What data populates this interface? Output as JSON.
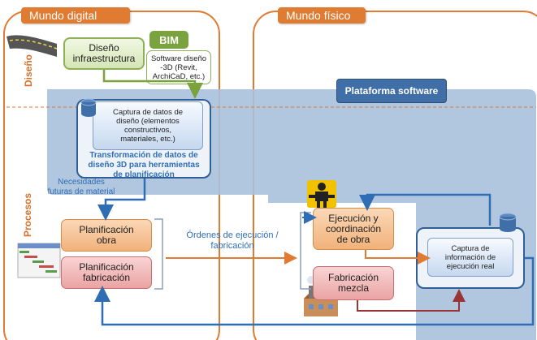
{
  "sections": {
    "digital_label": "Mundo digital",
    "physical_label": "Mundo físico",
    "design_label": "Diseño",
    "process_label": "Procesos"
  },
  "design": {
    "infra_label": "Diseño\ninfraestructura",
    "bim_label": "BIM",
    "software_label": "Software diseño\n-3D (Revit,\nArchiCaD, etc.)"
  },
  "platform": {
    "title": "Plataforma software",
    "capture_label": "Captura de datos de\ndiseño (elementos\nconstructivos,\nmateriales, etc.)",
    "transform_label": "Transformación de datos de\ndiseño 3D para herramientas\nde planificación"
  },
  "process": {
    "future_needs": "Necesidades\nfuturas de material",
    "plan_obra": "Planificación\nobra",
    "plan_fab": "Planificación\nfabricación",
    "orders_label": "Órdenes de ejecución /\nfabricación",
    "exec_label": "Ejecución y\ncoordinación\nde obra",
    "fab_mix_label": "Fabricación\nmezcla",
    "real_capture_label": "Captura de\ninformación de\nejecución real"
  },
  "colors": {
    "orange": "#e07b32",
    "platform_blue": "#a9c1dc",
    "panel_blue": "#3f6fa6",
    "arrow_blue": "#2f6db5",
    "green": "#7aa23f"
  }
}
